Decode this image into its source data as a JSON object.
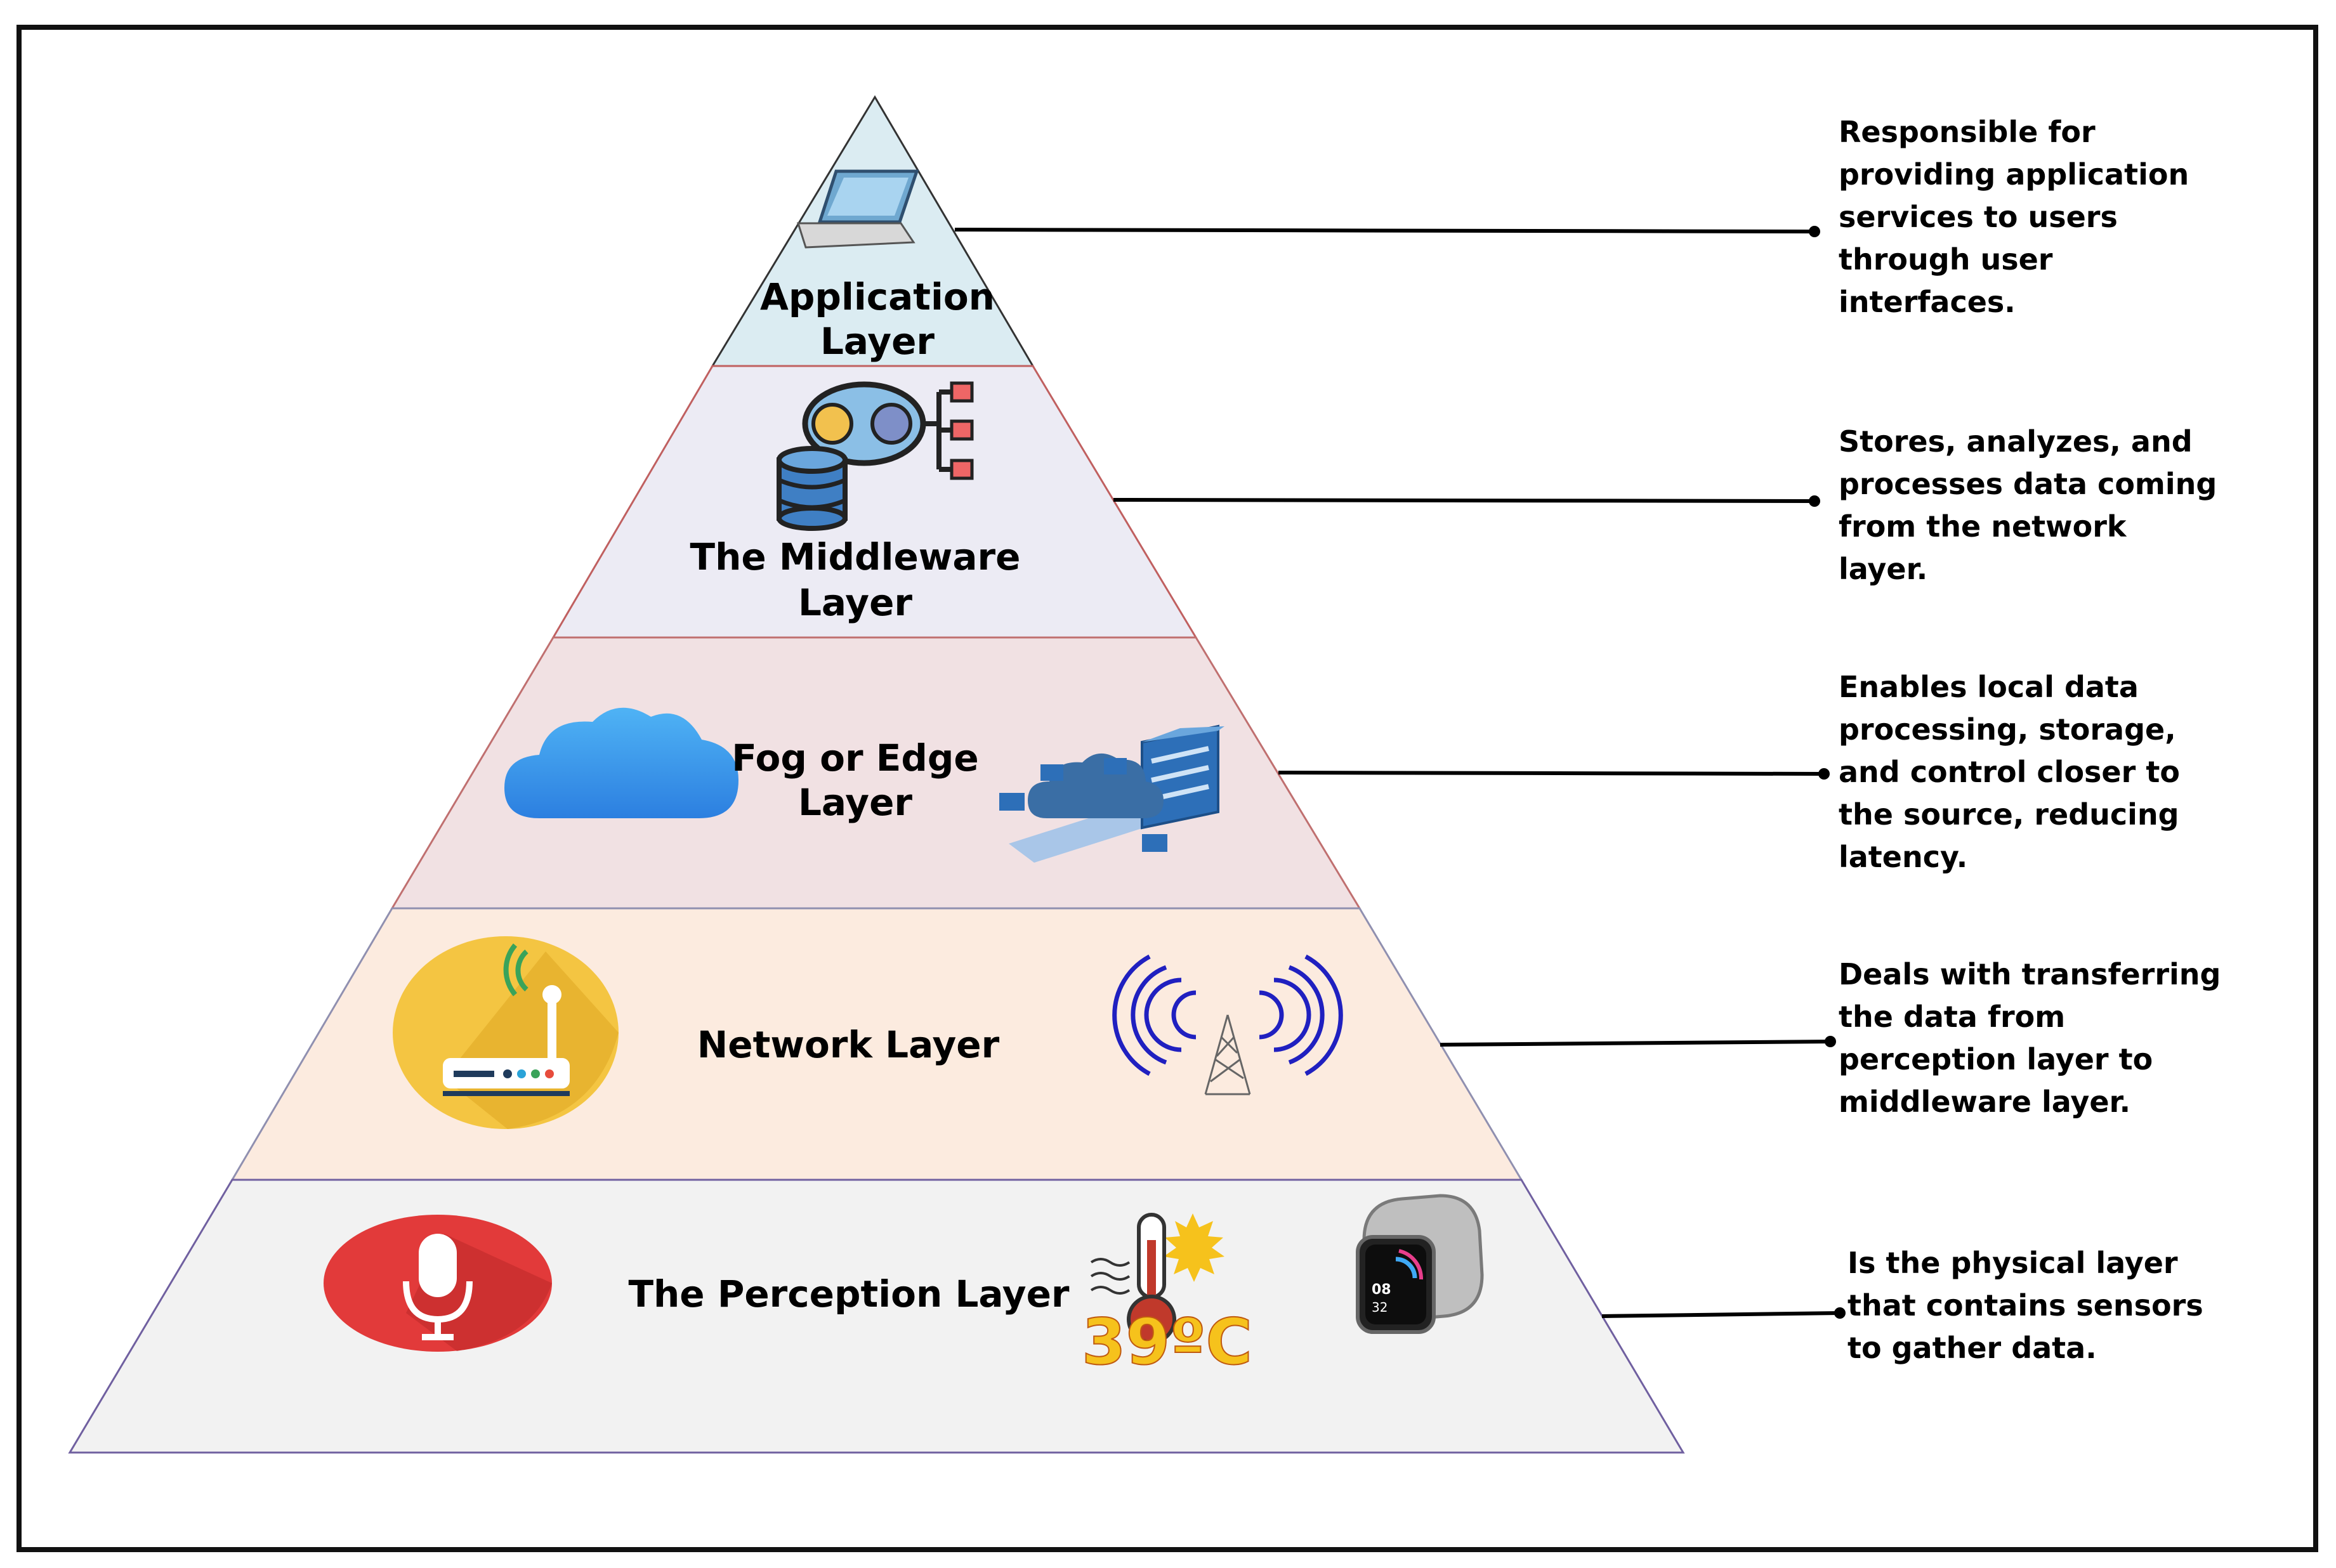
{
  "colors": {
    "application_fill": "#dbecf2",
    "middleware_fill": "#ecebf4",
    "fog_fill": "#f1e1e3",
    "network_fill": "#fcebdf",
    "perception_fill": "#f2f2f2"
  },
  "layers": [
    {
      "id": "application",
      "label_lines": [
        "Application",
        "Layer"
      ],
      "icons": [
        "laptop-icon"
      ]
    },
    {
      "id": "middleware",
      "label_lines": [
        "The Middleware",
        "Layer"
      ],
      "icons": [
        "database-analytics-icon"
      ]
    },
    {
      "id": "fog",
      "label_lines": [
        "Fog or Edge",
        "Layer"
      ],
      "icons": [
        "cloud-icon",
        "edge-server-icon"
      ]
    },
    {
      "id": "network",
      "label_lines": [
        "Network Layer"
      ],
      "icons": [
        "router-icon",
        "antenna-tower-icon"
      ]
    },
    {
      "id": "perception",
      "label_lines": [
        "The Perception Layer"
      ],
      "icons": [
        "microphone-icon",
        "thermometer-icon",
        "smartwatch-icon"
      ]
    }
  ],
  "thermometer_reading": "39ºC",
  "watch_display": [
    "08",
    "32"
  ],
  "descriptions": [
    {
      "layer": "application",
      "lines": [
        "Responsible for",
        "providing application",
        "services to users",
        "through user",
        "interfaces."
      ]
    },
    {
      "layer": "middleware",
      "lines": [
        "Stores, analyzes, and",
        "processes data coming",
        "from the network",
        "layer."
      ]
    },
    {
      "layer": "fog",
      "lines": [
        "Enables local data",
        "processing, storage,",
        "and control closer to",
        "the source, reducing",
        "latency."
      ]
    },
    {
      "layer": "network",
      "lines": [
        "Deals with transferring",
        "the data from",
        "perception layer to",
        "middleware layer."
      ]
    },
    {
      "layer": "perception",
      "lines": [
        "Is the physical layer",
        "that contains sensors",
        "to gather data."
      ]
    }
  ]
}
